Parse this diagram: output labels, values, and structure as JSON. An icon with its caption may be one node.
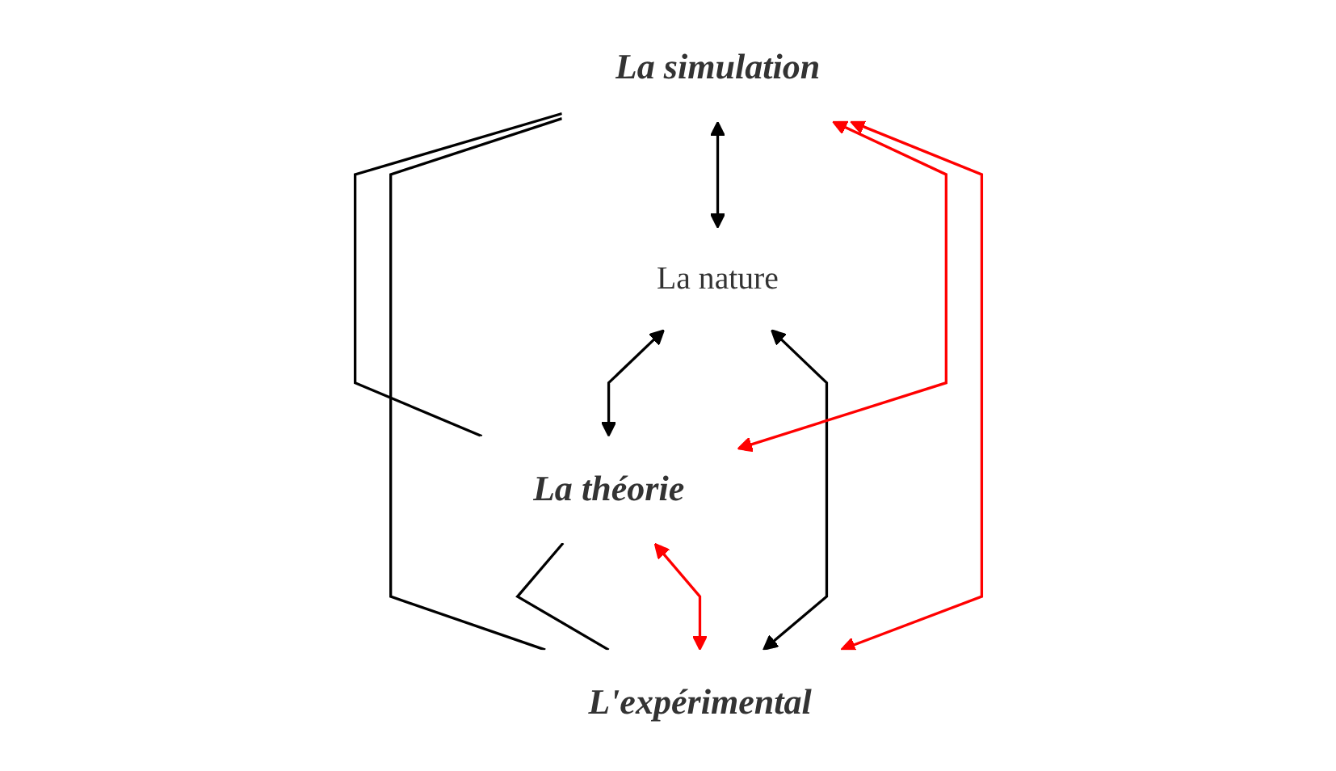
{
  "diagram": {
    "nodes": [
      {
        "text": [
          "La simulation"
        ]
      },
      {
        "text": [
          "La nature"
        ]
      },
      {
        "text": [
          "La théorie"
        ]
      },
      {
        "text": [
          "L'expérimental"
        ]
      }
    ],
    "edges": [
      {
        "from": 0,
        "to": 2,
        "arrow": "none"
      },
      {
        "from": 0,
        "to": 3,
        "arrow": "none"
      },
      {
        "from": 2,
        "to": 3,
        "arrow": "none"
      },
      {
        "from": 0,
        "to": 1,
        "arrow": "both"
      },
      {
        "from": 1,
        "to": 2,
        "arrow": "both"
      },
      {
        "from": 1,
        "to": 3,
        "arrow": "both"
      },
      {
        "from": 0,
        "to": 2,
        "arrow": "both",
        "color": "#ff0000"
      },
      {
        "from": 0,
        "to": 3,
        "arrow": "both",
        "color": "#ff0000"
      },
      {
        "from": 2,
        "to": 3,
        "arrow": "both",
        "color": "#ff0000"
      }
    ]
  }
}
